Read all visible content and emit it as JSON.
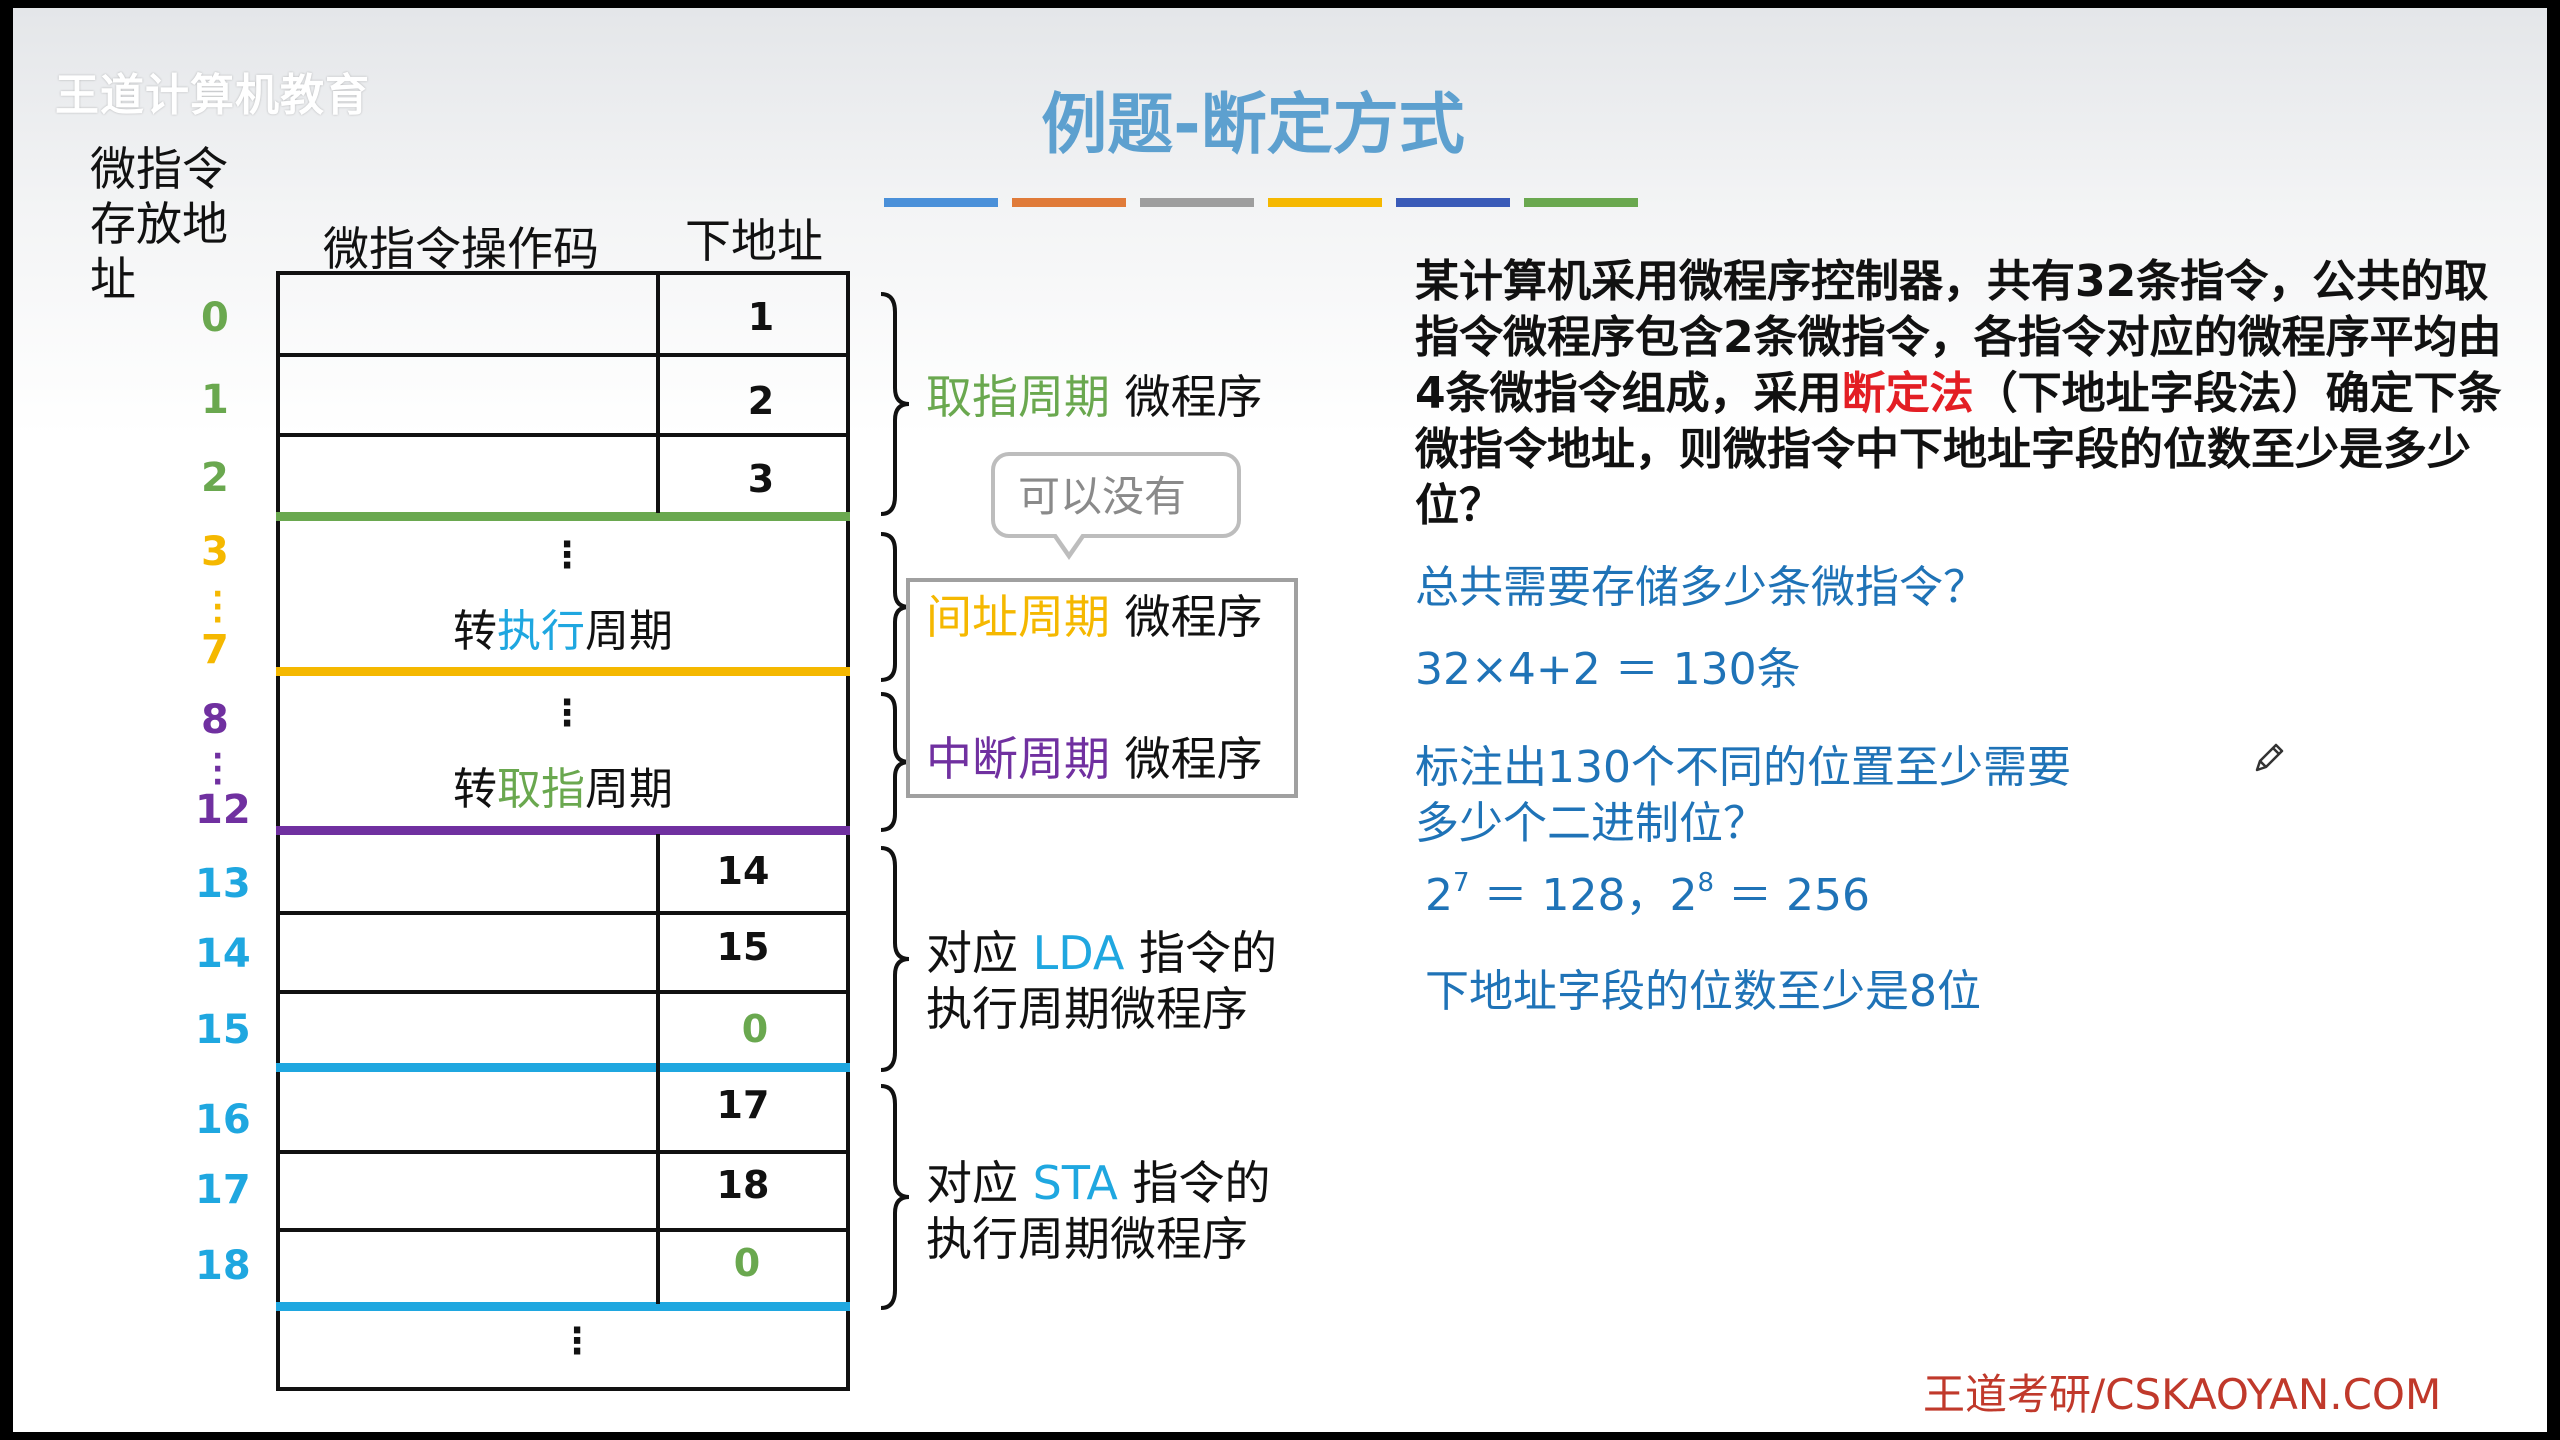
{
  "brand": {
    "logo": "王道计算机教育"
  },
  "title": "例题-断定方式",
  "accent_stripes": [
    "#4a90d9",
    "#e07b39",
    "#9e9e9e",
    "#f5b800",
    "#3a5bb8",
    "#6aa84f"
  ],
  "table": {
    "address_header": "微指令存放地址",
    "address_header_lines": [
      "微指令",
      "存放地",
      "址"
    ],
    "opcode_header": "微指令操作码",
    "next_header": "下地址",
    "addresses": {
      "a0": "0",
      "a1": "1",
      "a2": "2",
      "a3": "3",
      "a7": "7",
      "a8": "8",
      "a12": "12",
      "a13": "13",
      "a14": "14",
      "a15": "15",
      "a16": "16",
      "a17": "17",
      "a18": "18"
    },
    "next": {
      "r0": "1",
      "r1": "2",
      "r2": "3",
      "r13": "14",
      "r14": "15",
      "r15": "0",
      "r16": "17",
      "r17": "18",
      "r18": "0"
    },
    "ellipsis": "⋮",
    "jump_exec": {
      "prefix": "转",
      "highlight": "执行",
      "suffix": "周期"
    },
    "jump_fetch": {
      "prefix": "转",
      "highlight": "取指",
      "suffix": "周期"
    },
    "colors": {
      "fetch": "#6aa84f",
      "indirect": "#f5b800",
      "interrupt": "#7030a0",
      "exec": "#1fa7e0",
      "execute_text": "#1fa7e0"
    }
  },
  "labels": {
    "fetch": {
      "colored": "取指周期",
      "rest": " 微程序"
    },
    "indirect": {
      "colored": "间址周期",
      "rest": " 微程序"
    },
    "interrupt": {
      "colored": "中断周期",
      "rest": " 微程序"
    },
    "lda": {
      "pre": "对应 ",
      "op": "LDA",
      "post": " 指令的",
      "line2": "执行周期微程序"
    },
    "sta": {
      "pre": "对应 ",
      "op": "STA",
      "post": " 指令的",
      "line2": "执行周期微程序"
    }
  },
  "callout": "可以没有",
  "question": {
    "part1": "某计算机采用微程序控制器，共有32条指令，公共的取指令微程序包含2条微指令，各指令对应的微程序平均由4条微指令组成，采用",
    "highlight": "断定法",
    "part2": "（下地址字段法）确定下条微指令地址，则微指令中下地址字段的位数至少是多少位？"
  },
  "solution": {
    "q_count": "总共需要存储多少条微指令？",
    "calc": "32×4+2 ＝ 130条",
    "q_bits_line1": "标注出130个不同的位置至少需要",
    "q_bits_line2": "多少个二进制位？",
    "pow_a": {
      "base": "2",
      "exp": "7",
      "rest": " ＝ 128，"
    },
    "pow_b": {
      "base": "2",
      "exp": "8",
      "rest": " ＝ 256"
    },
    "answer": "下地址字段的位数至少是8位"
  },
  "footer": "王道考研/CSKAOYAN.COM",
  "icons": {
    "pencil": "pencil-icon",
    "brace": "curly-brace-icon"
  }
}
